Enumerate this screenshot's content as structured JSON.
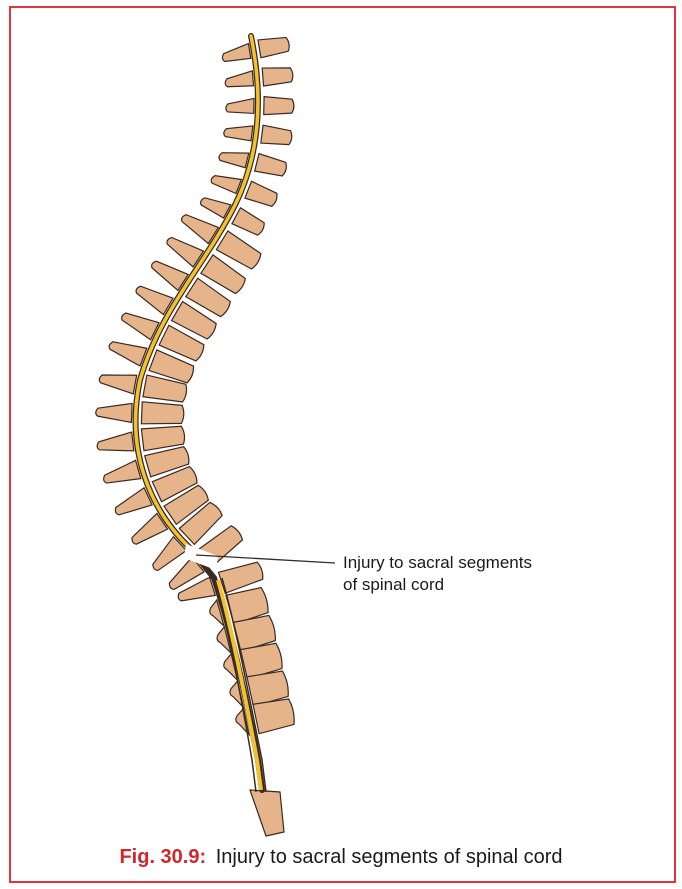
{
  "annotation": {
    "line1": "Injury to sacral segments",
    "line2": "of spinal cord"
  },
  "caption": {
    "number": "Fig. 30.9:",
    "text": "Injury to sacral segments of spinal cord"
  },
  "colors": {
    "frame": "#e0353c",
    "bone": "#e5b48a",
    "bone_outline": "#3a2a22",
    "cord": "#f2c230",
    "caption_number": "#d0262e"
  }
}
